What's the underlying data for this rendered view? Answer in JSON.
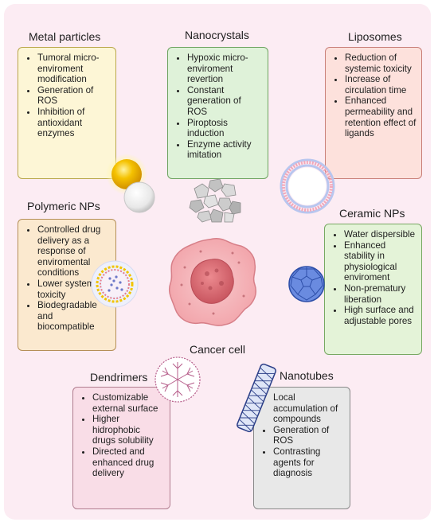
{
  "panels": {
    "metal": {
      "title": "Metal particles",
      "items": [
        "Tumoral micro-enviroment modification",
        "Generation of ROS",
        "Inhibition of antioxidant enzymes"
      ]
    },
    "nanocrystals": {
      "title": "Nanocrystals",
      "items": [
        "Hypoxic micro-enviroment revertion",
        "Constant generation of ROS",
        "Piroptosis induction",
        "Enzyme activity imitation"
      ]
    },
    "liposomes": {
      "title": "Liposomes",
      "items": [
        "Reduction of systemic toxicity",
        "Increase of circulation time",
        "Enhanced permeability and retention effect of ligands"
      ]
    },
    "polymeric": {
      "title": "Polymeric NPs",
      "items": [
        "Controlled drug delivery as a response of enviromental conditions",
        "Lower systemic toxicity",
        "Biodegradable and biocompatible"
      ]
    },
    "ceramic": {
      "title": "Ceramic NPs",
      "items": [
        "Water dispersible",
        "Enhanced stability in physiological enviroment",
        "Non-prematury liberation",
        "High surface and adjustable pores"
      ]
    },
    "dendrimers": {
      "title": "Dendrimers",
      "items": [
        "Customizable external surface",
        "Higher hidrophobic drugs solubility",
        "Directed and enhanced drug delivery"
      ]
    },
    "nanotubes": {
      "title": "Nanotubes",
      "items": [
        "Local accumulation of compounds",
        "Generation of ROS",
        "Contrasting agents for diagnosis"
      ]
    }
  },
  "center_label": "Cancer cell",
  "colors": {
    "background": "#fcecf3",
    "metal_box": "#fdf6d6",
    "nano_box": "#dff2d9",
    "lipo_box": "#fde1dc",
    "poly_box": "#fbe9cf",
    "ceramic_box": "#e4f3d8",
    "dend_box": "#f9dde7",
    "tube_box": "#e8e8e8"
  }
}
